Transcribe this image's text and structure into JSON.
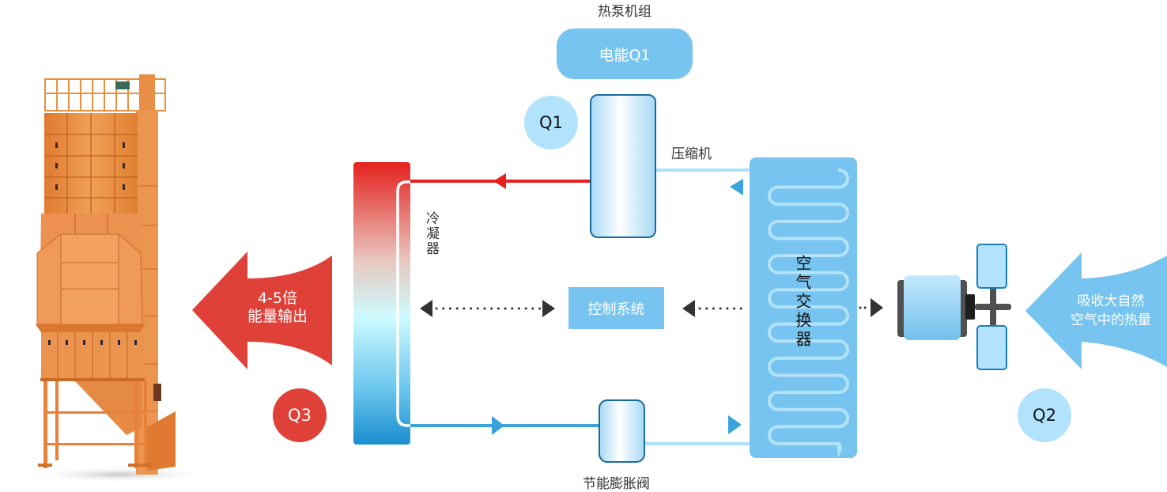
{
  "title": "热泵机组",
  "electric_energy": "电能Q1",
  "badges": {
    "q1": "Q1",
    "q2": "Q2",
    "q3": "Q3"
  },
  "components": {
    "compressor": "压缩机",
    "condenser": "冷凝器",
    "control_system": "控制系统",
    "air_exchanger": "空气交换器",
    "expansion_valve": "节能膨胀阀"
  },
  "output_arrow": {
    "line1": "4-5倍",
    "line2": "能量输出"
  },
  "input_arrow": {
    "line1": "吸收大自然",
    "line2": "空气中的热量"
  },
  "colors": {
    "hot": "#e5211d",
    "cold_pipe": "#3aa3dc",
    "light_pipe": "#aee0fa",
    "exchanger": "#76c4ef",
    "output_arrow": "#df4139",
    "input_arrow": "#76c4ef",
    "arrow_dark": "#333333",
    "dryer": "#e88a3d"
  },
  "icons": {
    "dryer": "grain-dryer-tower-icon",
    "fan": "fan-motor-icon"
  }
}
